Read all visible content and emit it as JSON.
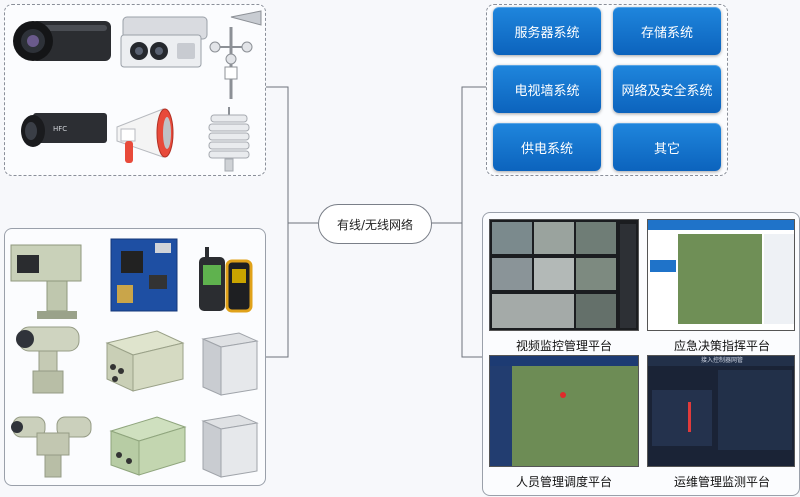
{
  "hub": {
    "label": "有线/无线网络"
  },
  "systems": [
    {
      "label": "服务器系统"
    },
    {
      "label": "存储系统"
    },
    {
      "label": "电视墙系统"
    },
    {
      "label": "网络及安全系统"
    },
    {
      "label": "供电系统"
    },
    {
      "label": "其它"
    }
  ],
  "platforms": [
    {
      "label": "视频监控管理平台"
    },
    {
      "label": "应急决策指挥平台"
    },
    {
      "label": "人员管理调度平台"
    },
    {
      "label": "运维管理监测平台"
    }
  ],
  "devices": {
    "camera_brand": "HFC",
    "dashboard_title": "接入控制器网管"
  },
  "colors": {
    "button_blue": "#1577d3",
    "panel_border": "#8a8f99"
  }
}
